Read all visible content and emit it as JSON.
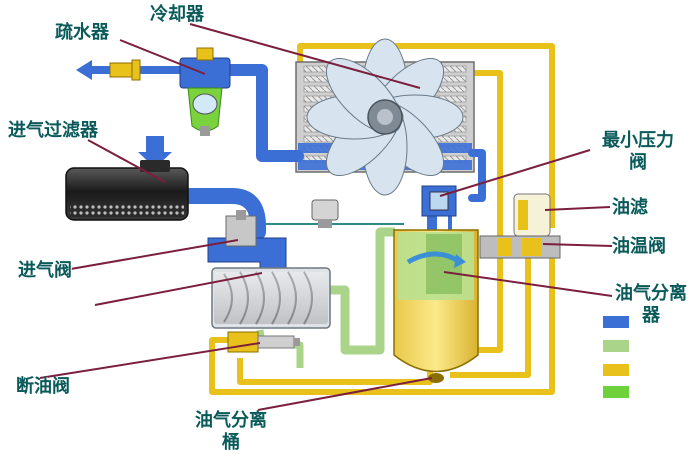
{
  "labels": {
    "drain": "疏水器",
    "cooler": "冷却器",
    "intake_filter": "进气过滤器",
    "intake_valve": "进气阀",
    "min_pressure_valve_line1": "最小压力",
    "min_pressure_valve_line2": "阀",
    "oil_filter": "油滤",
    "oil_temp_valve": "油温阀",
    "separator_line1": "油气分离",
    "separator_line2": "器",
    "oil_cutoff_valve": "断油阀",
    "separator_tank_line1": "油气分离",
    "separator_tank_line2": "桶"
  },
  "legend": [
    {
      "color": "#3b6fd6"
    },
    {
      "color": "#a9d48a"
    },
    {
      "color": "#e8c21a"
    },
    {
      "color": "#6fd13c"
    }
  ],
  "colors": {
    "air": "#3b6fd6",
    "oil": "#e8c21a",
    "oil_gas": "#a9d48a",
    "leader": "#7b1f3d",
    "label": "#0a5a5a"
  }
}
